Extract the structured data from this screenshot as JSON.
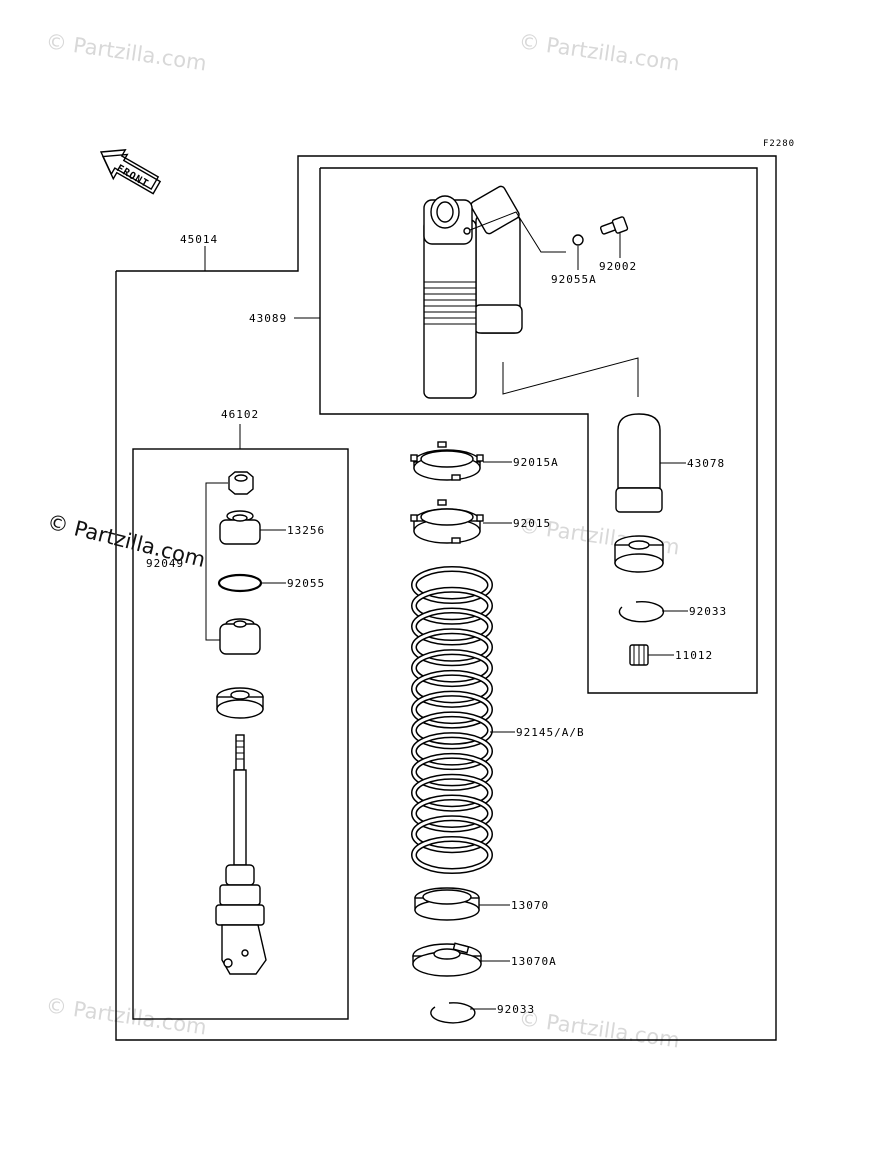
{
  "figure_code": "F2280",
  "front_label": "FRONT",
  "watermarks": [
    "© Partzilla.com",
    "© Partzilla.com",
    "© Partzilla.com",
    "© Partzilla.com",
    "© Partzilla.com",
    "© Partzilla.com"
  ],
  "parts": {
    "p45014": "45014",
    "p43089": "43089",
    "p92055A": "92055A",
    "p92002": "92002",
    "p46102": "46102",
    "p92015A": "92015A",
    "p43078": "43078",
    "p13256": "13256",
    "p92055": "92055",
    "p92015": "92015",
    "p92033a": "92033",
    "p11012": "11012",
    "p92145": "92145/A/B",
    "p13070": "13070",
    "p13070A": "13070A",
    "p92033b": "92033",
    "p92049": "92049"
  }
}
